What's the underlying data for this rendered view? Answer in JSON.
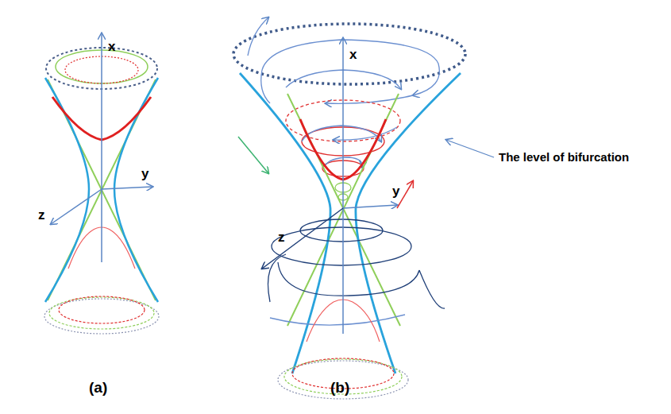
{
  "diagram": {
    "labels": [
      "x",
      "y",
      "z",
      "(a)",
      "x",
      "y",
      "z",
      "The level of bifurcation",
      "(b)"
    ]
  }
}
